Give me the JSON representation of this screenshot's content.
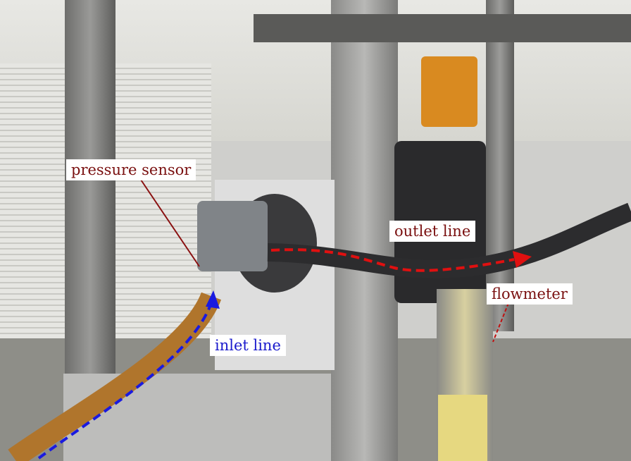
{
  "labels": {
    "pressure_sensor": "pressure sensor",
    "outlet_line": "outlet line",
    "flowmeter": "flowmeter",
    "inlet_line": "inlet line"
  },
  "colors": {
    "label_text_red": "#7a1010",
    "label_text_blue": "#1a1acc",
    "outlet_arrow": "#e01010",
    "inlet_arrow": "#1a1ae0"
  }
}
